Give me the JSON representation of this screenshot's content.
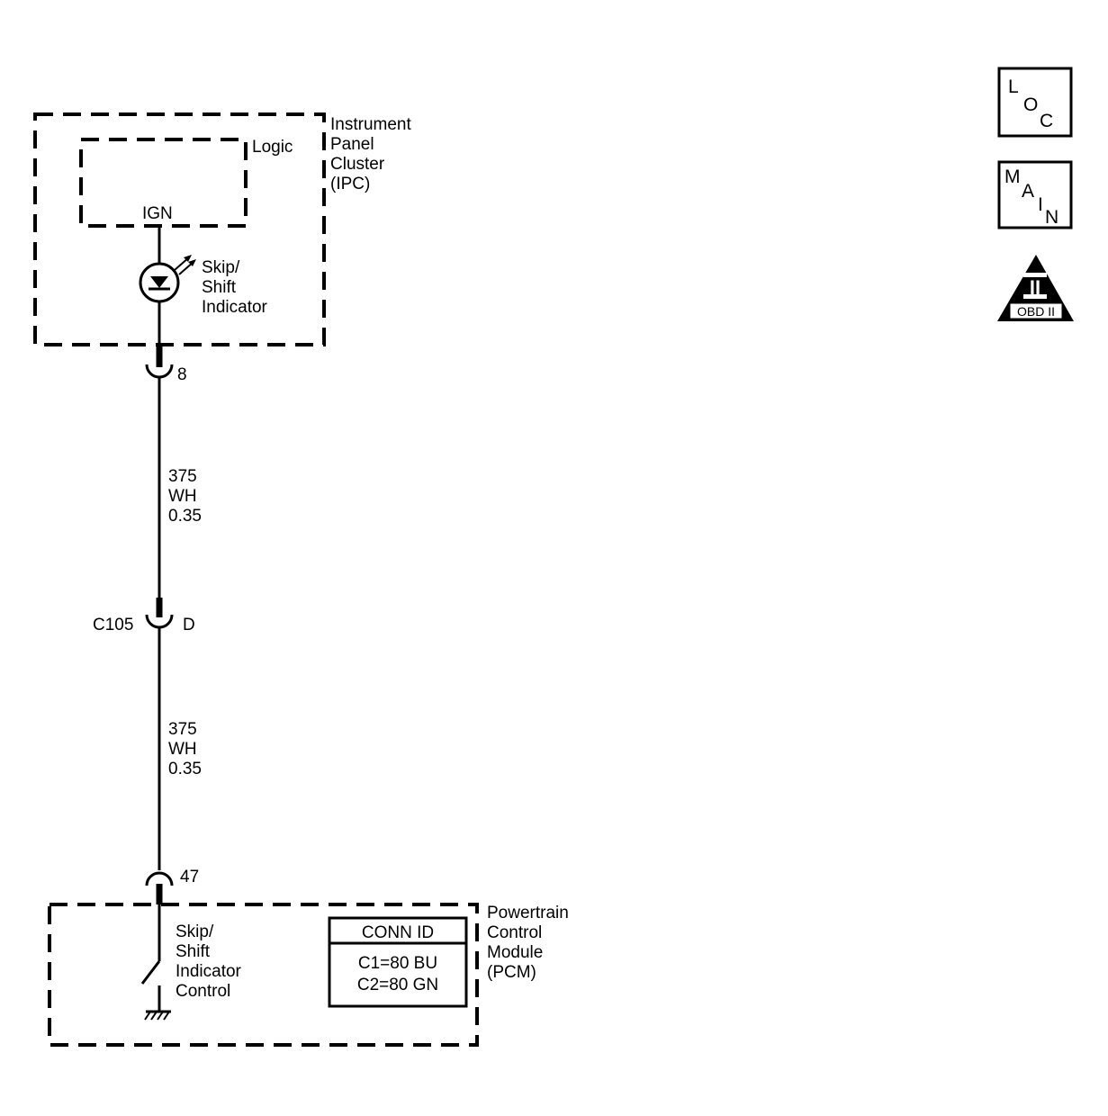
{
  "modules": {
    "ipc": {
      "name_lines": [
        "Instrument",
        "Panel",
        "Cluster",
        "(IPC)"
      ],
      "logic_label": "Logic",
      "ign_label": "IGN",
      "indicator_lines": [
        "Skip/",
        "Shift",
        "Indicator"
      ]
    },
    "pcm": {
      "name_lines": [
        "Powertrain",
        "Control",
        "Module",
        "(PCM)"
      ],
      "control_lines": [
        "Skip/",
        "Shift",
        "Indicator",
        "Control"
      ],
      "conn_id": {
        "header": "CONN ID",
        "rows": [
          "C1=80 BU",
          "C2=80 GN"
        ]
      }
    }
  },
  "connectors": {
    "ipc_pin": "8",
    "inline_name": "C105",
    "inline_pin": "D",
    "pcm_pin": "47"
  },
  "wires": [
    {
      "circuit": "375",
      "color": "WH",
      "gauge": "0.35"
    },
    {
      "circuit": "375",
      "color": "WH",
      "gauge": "0.35"
    }
  ],
  "legend_icons": {
    "loc": [
      "L",
      "O",
      "C"
    ],
    "main": [
      "M",
      "A",
      "I",
      "N"
    ],
    "obd": {
      "numeral": "II",
      "label": "OBD II"
    }
  }
}
